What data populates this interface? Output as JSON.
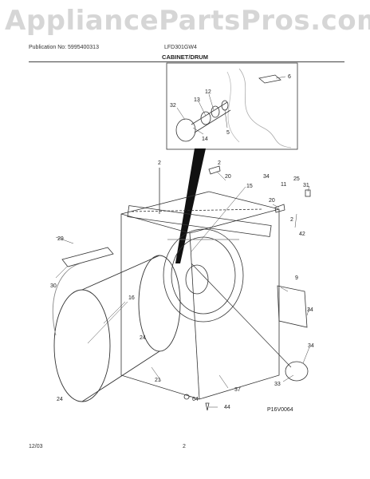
{
  "watermark": "AppliancePartsPros.com",
  "header": {
    "publication": "Publication No: 5995400313",
    "model": "LFD301GW4"
  },
  "section_title": "CABINET/DRUM",
  "callouts": [
    "6",
    "12",
    "13",
    "32",
    "5",
    "14",
    "2",
    "2",
    "20",
    "15",
    "34",
    "11",
    "25",
    "31",
    "20",
    "2",
    "42",
    "29",
    "30",
    "9",
    "16",
    "34",
    "24",
    "34",
    "21",
    "37",
    "33",
    "24",
    "64",
    "44"
  ],
  "figure_code": "P16V0064",
  "footer": {
    "date": "12/03",
    "page": "2"
  }
}
